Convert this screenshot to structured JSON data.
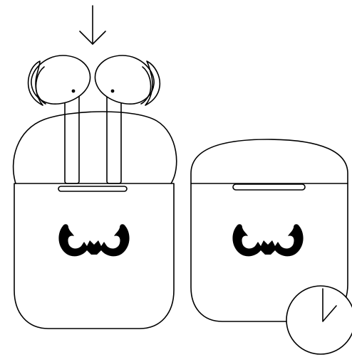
{
  "diagram": {
    "colors": {
      "line": "#000000",
      "fill": "#ffffff",
      "logo": "#000000"
    },
    "elements": {
      "down_arrow": "down-arrow-icon",
      "open_case": "open-charging-case",
      "closed_case": "closed-charging-case",
      "left_earbud": "earbud",
      "right_earbud": "earbud",
      "logo": "crab-claw-logo",
      "clock": "clock-icon"
    }
  }
}
